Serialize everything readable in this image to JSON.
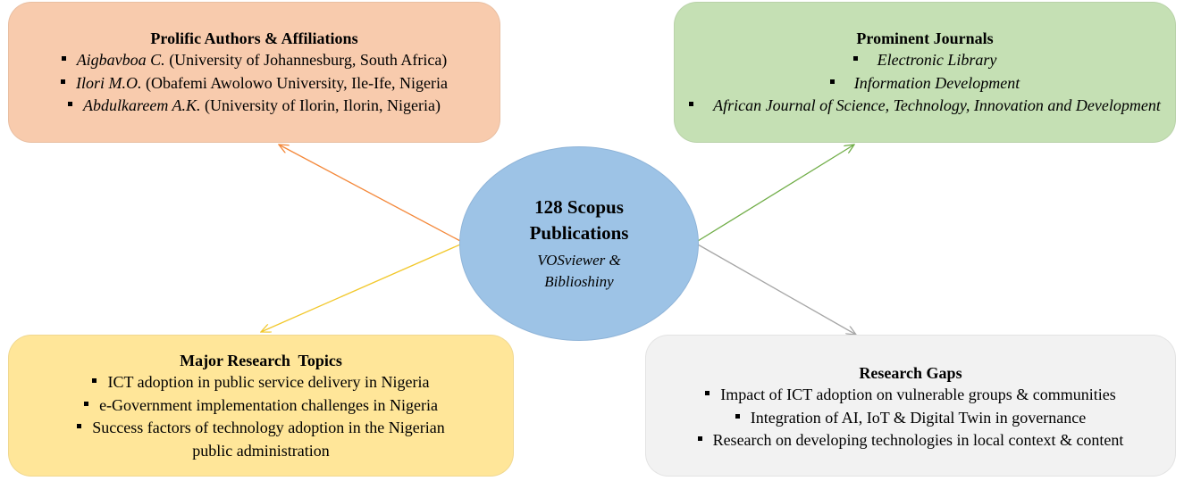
{
  "hub": {
    "title": "128 Scopus\nPublications",
    "subtitle": "VOSviewer &\nBiblioshiny",
    "color": "#9dc3e6"
  },
  "authors": {
    "title": "Prolific Authors & Affiliations",
    "color": "#f8cbad",
    "arrow_color": "#f4883a",
    "items": [
      {
        "name": "Aigbavboa C.",
        "affiliation": " (University of Johannesburg, South Africa)"
      },
      {
        "name": "Ilori M.O.",
        "affiliation": " (Obafemi Awolowo University, Ile-Ife, Nigeria"
      },
      {
        "name": "Abdulkareem A.K.",
        "affiliation": " (University of Ilorin, Ilorin, Nigeria)"
      }
    ]
  },
  "journals": {
    "title": "Prominent Journals",
    "color": "#c5e0b4",
    "arrow_color": "#70ad47",
    "items": [
      "Electronic Library",
      "Information Development",
      "African Journal of Science, Technology, Innovation and Development"
    ]
  },
  "topics": {
    "title": "Major Research  Topics",
    "color": "#ffe699",
    "arrow_color": "#f2c82c",
    "items": [
      "ICT adoption in public service delivery in Nigeria",
      "e-Government implementation challenges in Nigeria",
      {
        "line1": "Success factors of technology adoption in the Nigerian",
        "line2": "public administration"
      }
    ]
  },
  "gaps": {
    "title": "Research Gaps",
    "color": "#f2f2f2",
    "arrow_color": "#a6a6a6",
    "items": [
      "Impact of ICT adoption on vulnerable groups & communities",
      "Integration of  AI, IoT & Digital Twin in governance",
      "Research on developing technologies in local context & content"
    ]
  }
}
